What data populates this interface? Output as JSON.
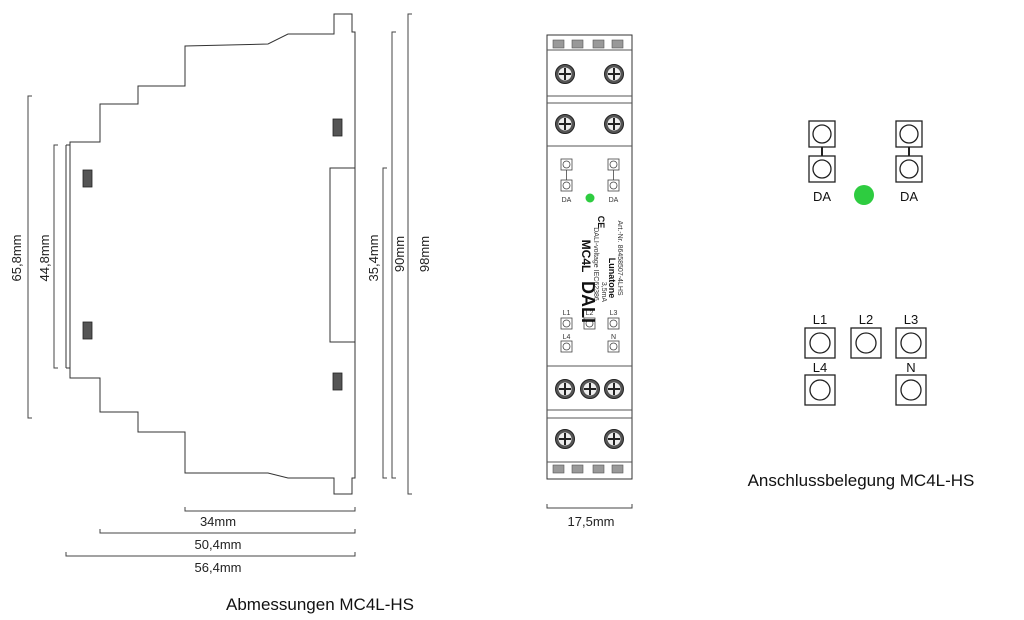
{
  "dimensions": {
    "height_658": "65,8mm",
    "height_448": "44,8mm",
    "height_354": "35,4mm",
    "height_90": "90mm",
    "height_98": "98mm",
    "width_34": "34mm",
    "width_504": "50,4mm",
    "width_564": "56,4mm",
    "width_175": "17,5mm"
  },
  "captions": {
    "dimensions": "Abmessungen MC4L-HS",
    "pinout": "Anschlussbelegung MC4L-HS"
  },
  "device": {
    "brand": "DALI",
    "model": "MC4L",
    "line1": "DALI-voltage IEC62386",
    "line2": "3,5mA",
    "maker": "Lunatone",
    "article": "Art.-Nr. 86458507-4LHS",
    "ce_mark": "CE",
    "labels": {
      "da_left": "DA",
      "da_right": "DA",
      "l1": "L1",
      "l2": "L2",
      "l3": "L3",
      "l4": "L4",
      "n": "N"
    }
  },
  "pinout": {
    "da_left": "DA",
    "da_right": "DA",
    "l1": "L1",
    "l2": "L2",
    "l3": "L3",
    "l4": "L4",
    "n": "N",
    "led_color": "#2ecc40"
  }
}
